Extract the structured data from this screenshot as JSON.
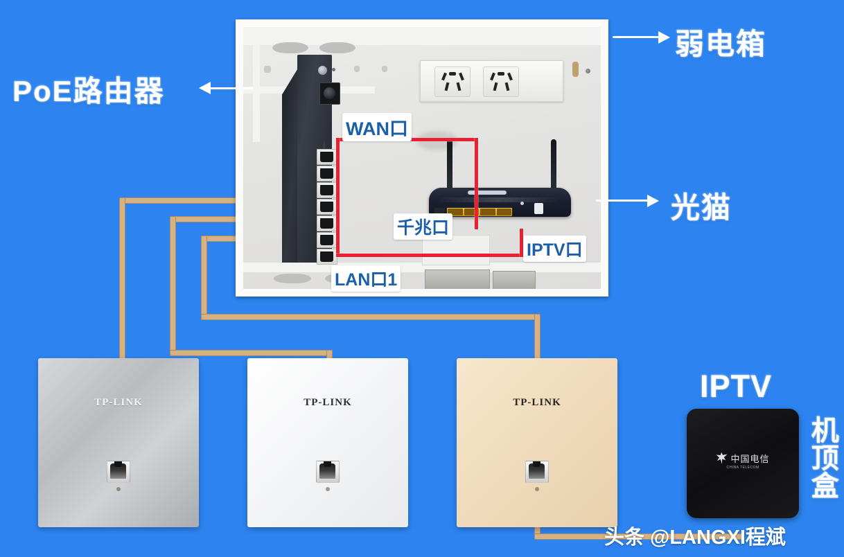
{
  "background_color": "#2d84f0",
  "labels": {
    "poe_router": "PoE路由器",
    "weak_current_box": "弱电箱",
    "optical_modem": "光猫",
    "wan_port": "WAN口",
    "gigabit_port": "千兆口",
    "iptv_port": "IPTV口",
    "lan_port_1": "LAN口1",
    "iptv": "IPTV",
    "set_top_box": "机顶盒"
  },
  "devices": {
    "ap_panels": [
      {
        "brand": "TP-LINK",
        "finish": "silver"
      },
      {
        "brand": "TP-LINK",
        "finish": "white"
      },
      {
        "brand": "TP-LINK",
        "finish": "gold"
      }
    ],
    "set_top_box": {
      "brand": "中国电信",
      "brand_sub": "CHINA TELECOM"
    }
  },
  "watermark": "头条 @LANGXI程斌",
  "colors": {
    "background": "#2d84f0",
    "highlight_line": "#ec2030",
    "cable": "#d6b183",
    "cable_bright": "#f0ae4e",
    "label_text": "#1a5fa8",
    "annotation_text": "#ffffff"
  }
}
